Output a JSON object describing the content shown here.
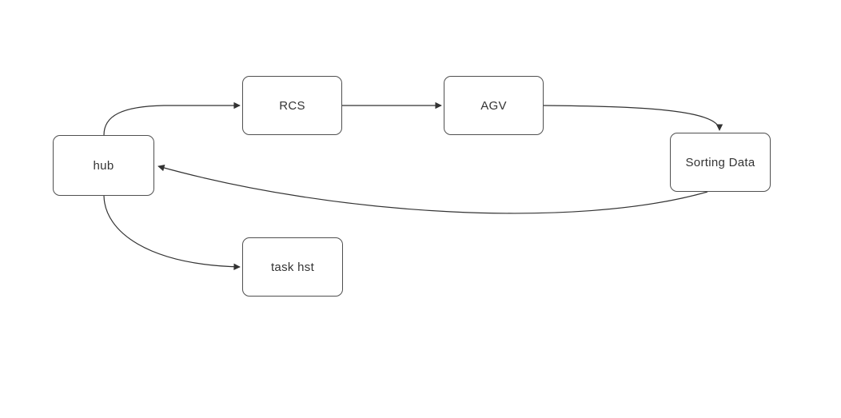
{
  "canvas": {
    "background_color": "#ffffff",
    "box_fill_color": "#ffffff",
    "box_border_color": "#4f4f4f",
    "connector_color": "#323232",
    "text_color": "#333333"
  },
  "diagram": {
    "type": "flowchart",
    "nodes": [
      {
        "id": "hub",
        "label": "hub"
      },
      {
        "id": "rcs",
        "label": "RCS"
      },
      {
        "id": "agv",
        "label": "AGV"
      },
      {
        "id": "sorting-data",
        "label": "Sorting Data"
      },
      {
        "id": "task-hst",
        "label": "task hst"
      }
    ],
    "edges": [
      {
        "from": "hub",
        "to": "RCS",
        "style": "curved-arrow"
      },
      {
        "from": "RCS",
        "to": "AGV",
        "style": "straight-arrow"
      },
      {
        "from": "AGV",
        "to": "Sorting Data",
        "style": "curved-arrow"
      },
      {
        "from": "Sorting Data",
        "to": "hub",
        "style": "curved-arrow"
      },
      {
        "from": "hub",
        "to": "task hst",
        "style": "curved-arrow"
      }
    ]
  }
}
